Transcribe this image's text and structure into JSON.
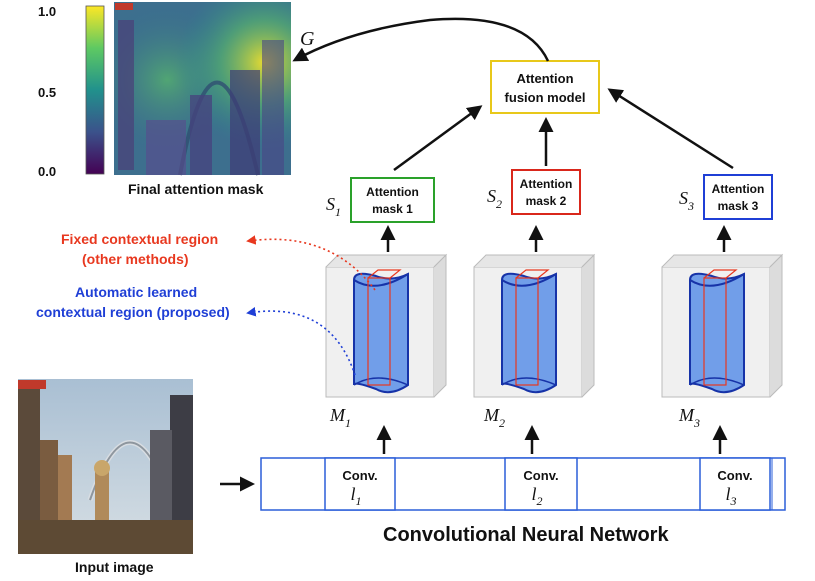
{
  "colorbar": {
    "ticks": [
      "1.0",
      "0.5",
      "0.0"
    ]
  },
  "final_mask": {
    "caption": "Final attention mask",
    "edge_label": "G"
  },
  "fusion": {
    "line1": "Attention",
    "line2": "fusion model"
  },
  "masks": [
    {
      "s_label": "S",
      "s_sub": "1",
      "line1": "Attention",
      "line2": "mask 1",
      "m_label": "M",
      "m_sub": "1",
      "border": "#2aa12a",
      "conv_label": "Conv.",
      "conv_l": "l",
      "conv_sub": "1"
    },
    {
      "s_label": "S",
      "s_sub": "2",
      "line1": "Attention",
      "line2": "mask 2",
      "m_label": "M",
      "m_sub": "2",
      "border": "#d9271b",
      "conv_label": "Conv.",
      "conv_l": "l",
      "conv_sub": "2"
    },
    {
      "s_label": "S",
      "s_sub": "3",
      "line1": "Attention",
      "line2": "mask 3",
      "m_label": "M",
      "m_sub": "3",
      "border": "#1f3fd6",
      "conv_label": "Conv.",
      "conv_l": "l",
      "conv_sub": "3"
    }
  ],
  "legend": {
    "fixed_line1": "Fixed contextual region",
    "fixed_line2": "(other methods)",
    "auto_line1": "Automatic learned",
    "auto_line2": "contextual region (proposed)"
  },
  "input": {
    "caption": "Input image"
  },
  "network": {
    "title": "Convolutional Neural Network"
  },
  "colors": {
    "fixed": "#e8381f",
    "auto": "#1f3fd6",
    "fusion_border": "#e8c81a",
    "network_border": "#2b5fd9",
    "cylinder_fill": "#5b8fe8"
  }
}
